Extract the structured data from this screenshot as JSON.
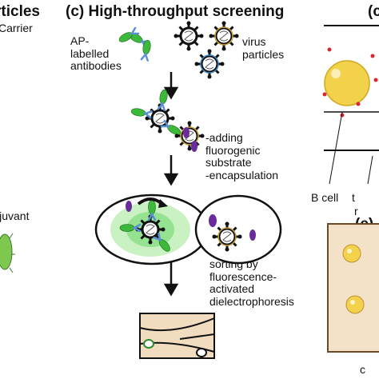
{
  "left_panel": {
    "title": "rticles",
    "carrier_label": "Carrier",
    "adjuvant_label": "ljuvant"
  },
  "center_panel": {
    "title": "(c) High-throughput screening",
    "ap_label": "AP-\nlabelled\nantibodies",
    "virus_label": "virus\nparticles",
    "substrate_label": "-adding\nfluorogenic\nsubstrate\n-encapsulation",
    "sorting_label": "sorting by\nfluorescence-\nactivated\ndielectrophoresis"
  },
  "right_panel": {
    "title_partial": "(c",
    "b_cell_label": "B cell",
    "partial_label_1": "t",
    "partial_label_2": "r",
    "e_title_partial": "(e)",
    "bottom_label_partial": "c"
  },
  "colors": {
    "antibody_green": "#3cb83a",
    "antibody_blue": "#5b8fd6",
    "substrate_purple": "#6a2c9c",
    "fluorescence_glow": "#8fe08c",
    "virus_black": "#111111",
    "virus_ring": "#c8a040",
    "b_cell_yellow": "#f2d24a",
    "dots_red": "#d9262c",
    "chip_fill": "#f3e2c8",
    "chip_border": "#6b4a2a",
    "microfluidic_fill": "#f1dcc0"
  }
}
